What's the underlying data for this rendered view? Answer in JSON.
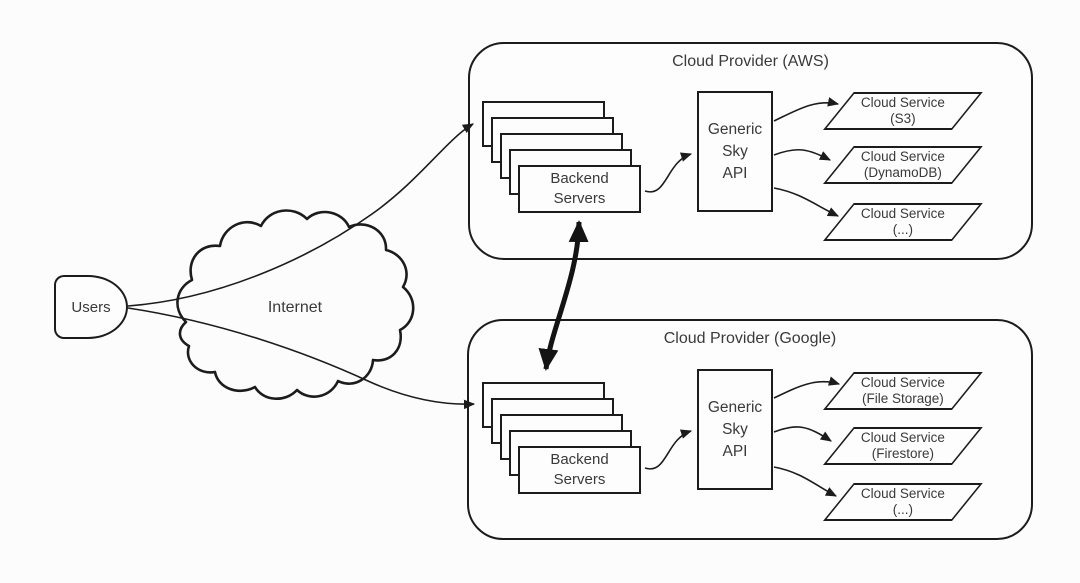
{
  "colors": {
    "stroke": "#1c1c1c",
    "text": "#3a3a3a",
    "background": "#fcfcfc"
  },
  "users": {
    "label": "Users"
  },
  "internet": {
    "label": "Internet"
  },
  "providers": [
    {
      "title": "Cloud Provider (AWS)",
      "backend": {
        "line1": "Backend",
        "line2": "Servers"
      },
      "api": {
        "line1": "Generic",
        "line2": "Sky",
        "line3": "API"
      },
      "services": [
        {
          "line1": "Cloud Service",
          "line2": "(S3)"
        },
        {
          "line1": "Cloud Service",
          "line2": "(DynamoDB)"
        },
        {
          "line1": "Cloud Service",
          "line2": "(...)"
        }
      ]
    },
    {
      "title": "Cloud Provider (Google)",
      "backend": {
        "line1": "Backend",
        "line2": "Servers"
      },
      "api": {
        "line1": "Generic",
        "line2": "Sky",
        "line3": "API"
      },
      "services": [
        {
          "line1": "Cloud Service",
          "line2": "(File Storage)"
        },
        {
          "line1": "Cloud Service",
          "line2": "(Firestore)"
        },
        {
          "line1": "Cloud Service",
          "line2": "(...)"
        }
      ]
    }
  ]
}
